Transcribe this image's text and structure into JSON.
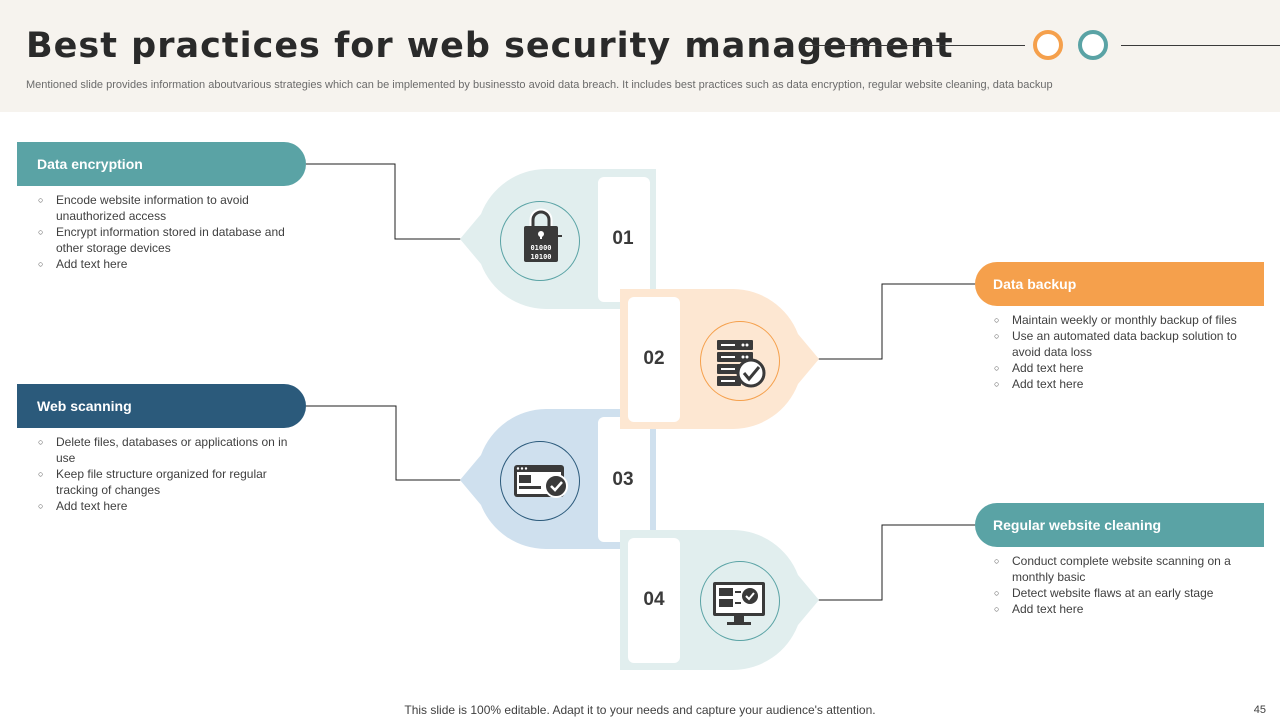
{
  "header": {
    "title": "Best practices for web security management",
    "subtitle": "Mentioned slide provides information aboutvarious strategies which can be implemented by businessto avoid data breach. It includes best practices such as data encryption, regular website cleaning, data backup"
  },
  "colors": {
    "teal": "#5aa3a5",
    "navy": "#2b5a7b",
    "orange": "#f5a04c",
    "light_teal": "#e1eeee",
    "light_orange": "#fde7d2",
    "light_blue": "#cfe0ee",
    "header_bg": "#f6f3ee"
  },
  "items": [
    {
      "number": "01",
      "heading": "Data encryption",
      "icon": "encryption-lock-icon",
      "bullets": [
        "Encode website information to avoid unauthorized access",
        "Encrypt information stored in database and other storage devices",
        "Add text here"
      ]
    },
    {
      "number": "02",
      "heading": "Data backup",
      "icon": "server-backup-icon",
      "bullets": [
        "Maintain weekly or monthly backup of files",
        "Use an automated data backup solution to avoid data loss",
        "Add text here",
        "Add text here"
      ]
    },
    {
      "number": "03",
      "heading": "Web scanning",
      "icon": "browser-scan-icon",
      "bullets": [
        "Delete files, databases or applications on in use",
        "Keep file structure organized for regular tracking of changes",
        "Add text here"
      ]
    },
    {
      "number": "04",
      "heading": "Regular website cleaning",
      "icon": "monitor-check-icon",
      "bullets": [
        "Conduct complete website scanning on a monthly basic",
        "Detect website flaws at an early stage",
        "Add text here"
      ]
    }
  ],
  "icon_text": {
    "binary_line_1": "01000",
    "binary_line_2": "10100"
  },
  "footer": {
    "note": "This slide is 100% editable. Adapt it to your needs and capture your audience's attention.",
    "page_number": "45"
  }
}
